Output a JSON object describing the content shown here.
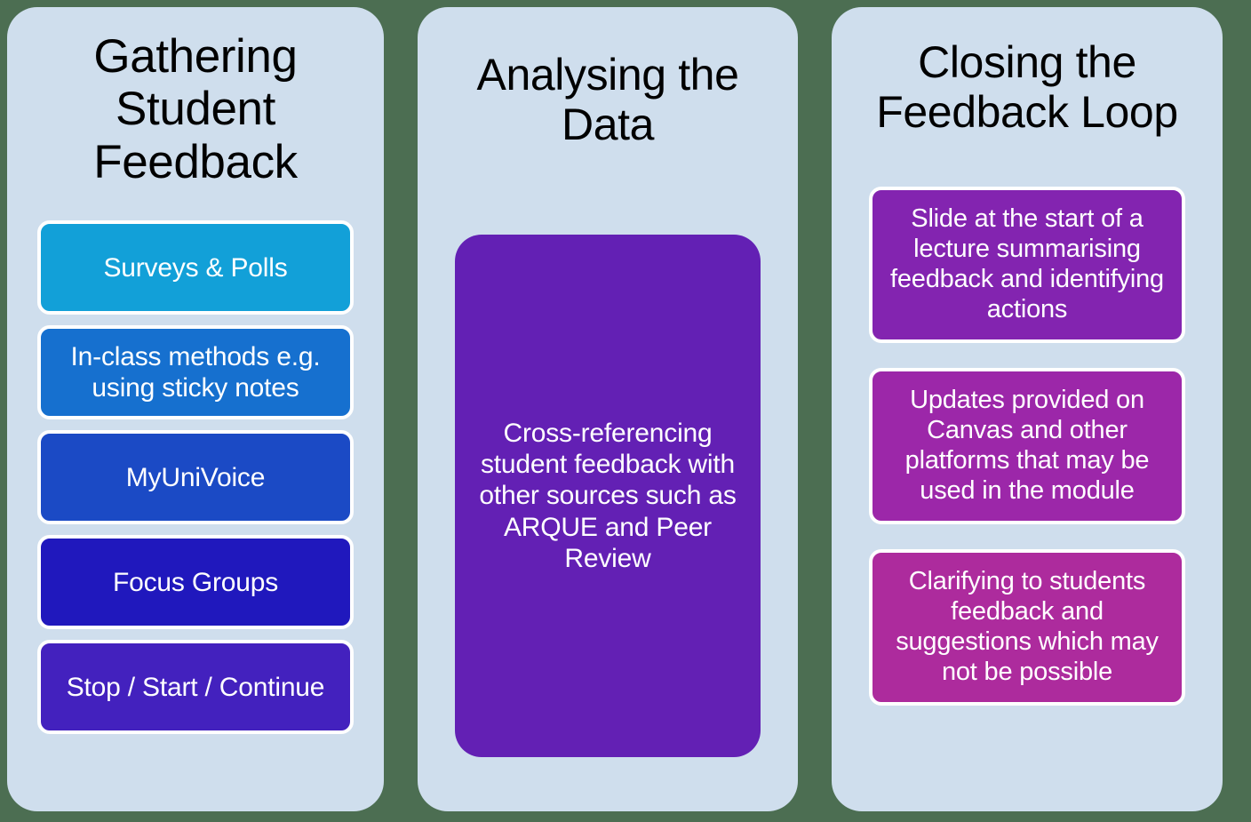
{
  "theme": {
    "background": "#4c6e52",
    "panel_background": "#cfdeed",
    "title_color": "#000000",
    "card_text_color": "#ffffff",
    "card_border_color": "#ffffff"
  },
  "columns": [
    {
      "title": "Gathering Student Feedback",
      "cards": [
        {
          "label": "Surveys & Polls",
          "color": "#12a0d8"
        },
        {
          "label": "In-class methods e.g. using sticky notes",
          "color": "#1670cf"
        },
        {
          "label": "MyUniVoice",
          "color": "#1b4ac5"
        },
        {
          "label": "Focus Groups",
          "color": "#2018bd"
        },
        {
          "label": "Stop / Start / Continue",
          "color": "#4321be"
        }
      ]
    },
    {
      "title": "Analysing the Data",
      "cards": [
        {
          "label": "Cross-referencing student feedback with other sources such as ARQUE and Peer Review",
          "color": "#6320b4"
        }
      ]
    },
    {
      "title": "Closing the Feedback Loop",
      "cards": [
        {
          "label": "Slide at the start of a lecture summarising feedback and identifying actions",
          "color": "#8324b0"
        },
        {
          "label": "Updates provided on Canvas and other platforms that may be used in the module",
          "color": "#9c27a9"
        },
        {
          "label": "Clarifying to students feedback and suggestions which may not be possible",
          "color": "#ad2b9d"
        }
      ]
    }
  ]
}
